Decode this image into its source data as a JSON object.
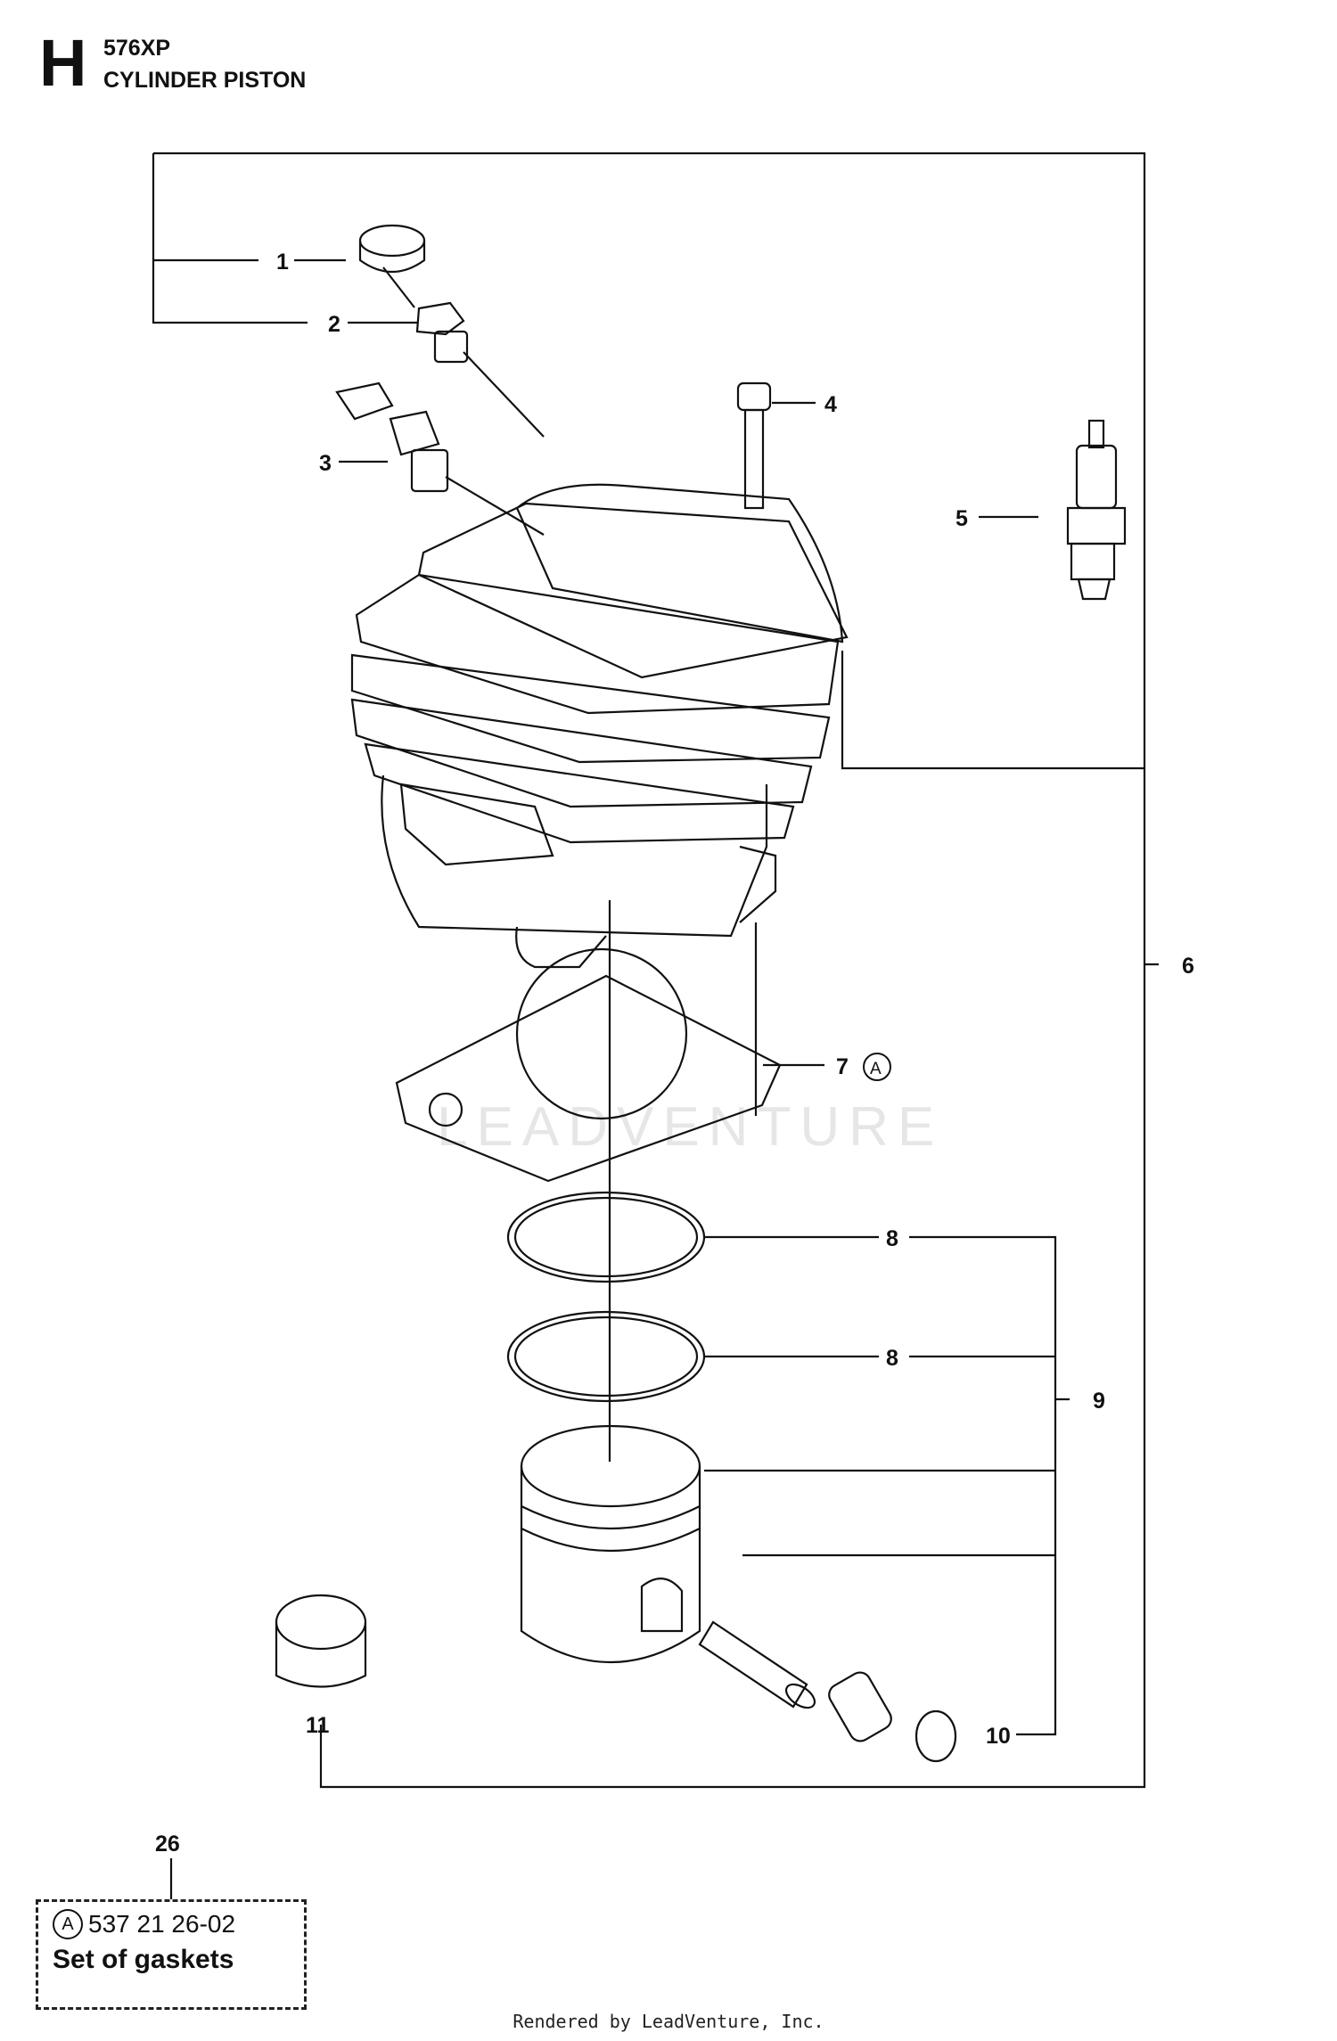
{
  "header": {
    "section_letter": "H",
    "model": "576XP",
    "title": "CYLINDER PISTON"
  },
  "watermark": "LEADVENTURE",
  "callouts": [
    {
      "id": "1",
      "label": "1"
    },
    {
      "id": "2",
      "label": "2"
    },
    {
      "id": "3",
      "label": "3"
    },
    {
      "id": "4",
      "label": "4"
    },
    {
      "id": "5",
      "label": "5"
    },
    {
      "id": "6",
      "label": "6"
    },
    {
      "id": "7",
      "label": "7",
      "ref": "A"
    },
    {
      "id": "8a",
      "label": "8"
    },
    {
      "id": "8b",
      "label": "8"
    },
    {
      "id": "9",
      "label": "9"
    },
    {
      "id": "10",
      "label": "10"
    },
    {
      "id": "11",
      "label": "11"
    }
  ],
  "kit": {
    "number": "26",
    "ref_letter": "A",
    "part_number": "537 21 26-02",
    "description": "Set of gaskets"
  },
  "footer": "Rendered by LeadVenture, Inc."
}
